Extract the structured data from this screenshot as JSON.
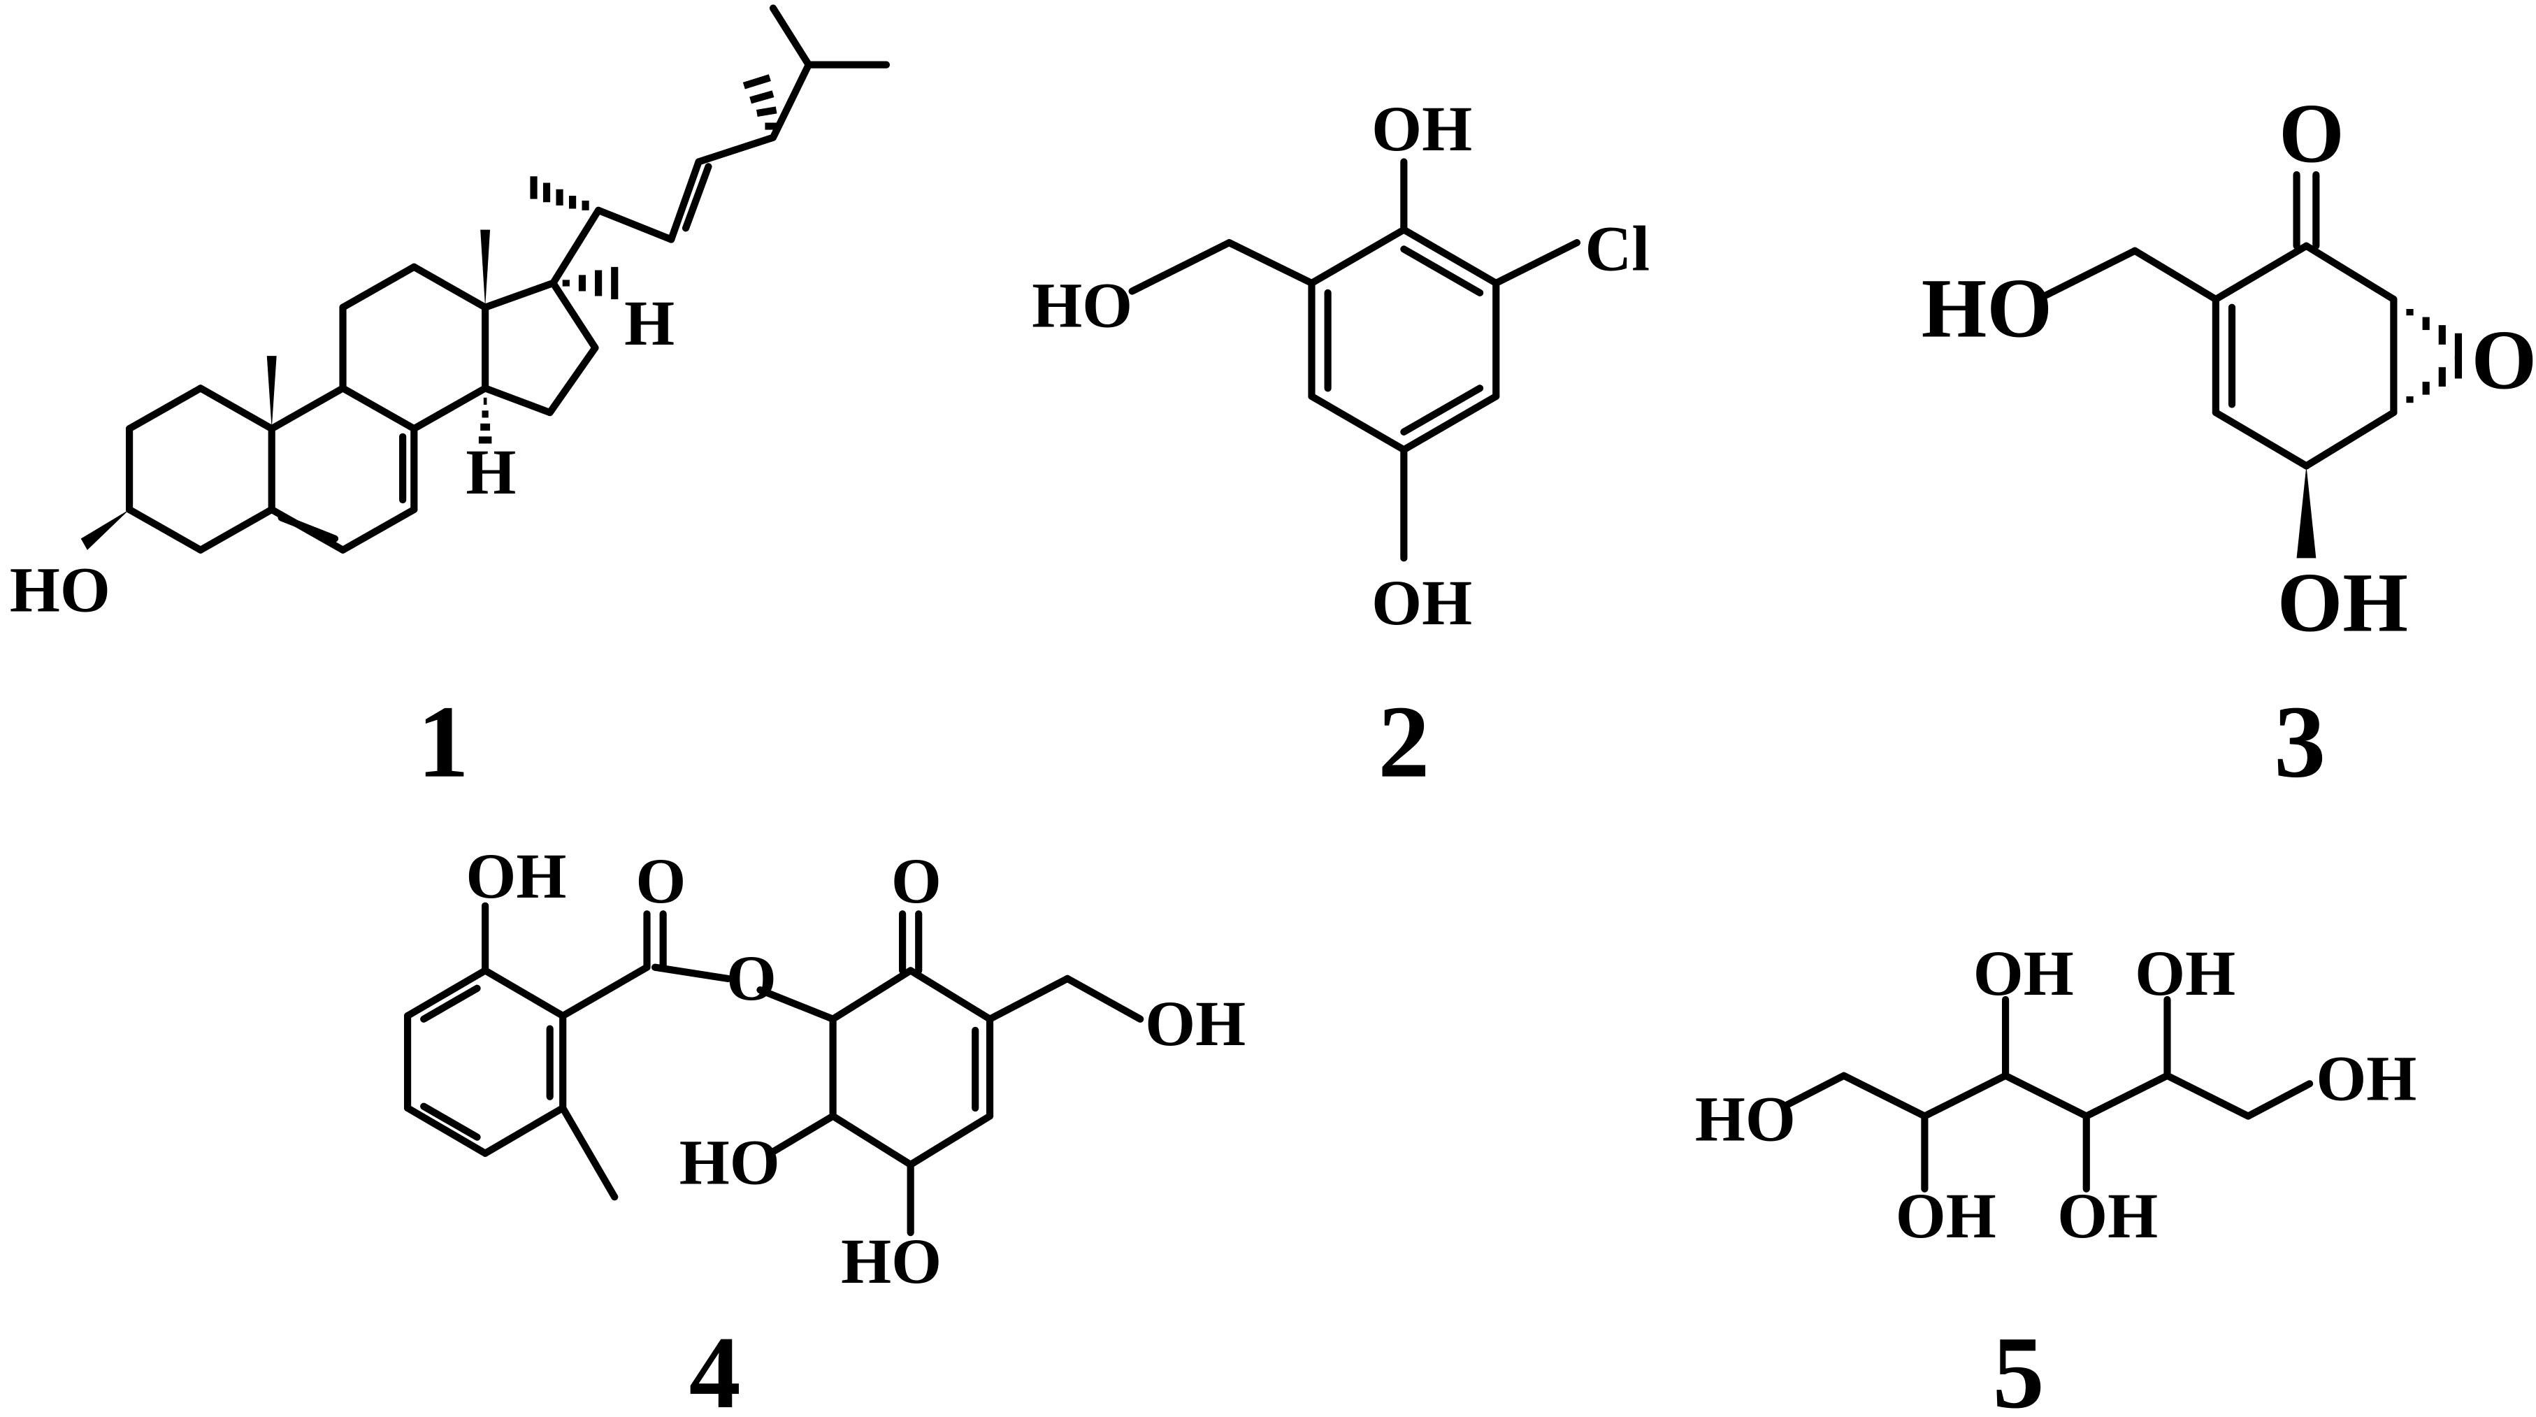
{
  "colors": {
    "ink": "#000000",
    "background": "#ffffff"
  },
  "compounds": [
    {
      "number": "1",
      "atom_labels": {
        "hydroxyl": "HO",
        "h17": "H",
        "h14": "H"
      }
    },
    {
      "number": "2",
      "atom_labels": {
        "top_oh": "OH",
        "chloro": "Cl",
        "hydroxymethyl": "HO",
        "bottom_oh": "OH"
      }
    },
    {
      "number": "3",
      "atom_labels": {
        "ketone_o": "O",
        "hydroxymethyl": "HO",
        "epoxide_o": "O",
        "bottom_oh": "OH"
      }
    },
    {
      "number": "4",
      "atom_labels": {
        "phenol_oh": "OH",
        "carbonyl_o": "O",
        "ester_o": "O",
        "ketone_o": "O",
        "hydroxymethyl_oh": "OH",
        "ring_oh_a": "HO",
        "ring_oh_b": "HO"
      }
    },
    {
      "number": "5",
      "atom_labels": {
        "left_ho": "HO",
        "top_oh_a": "OH",
        "top_oh_b": "OH",
        "right_oh": "OH",
        "bottom_oh_a": "OH",
        "bottom_oh_b": "OH"
      }
    }
  ]
}
